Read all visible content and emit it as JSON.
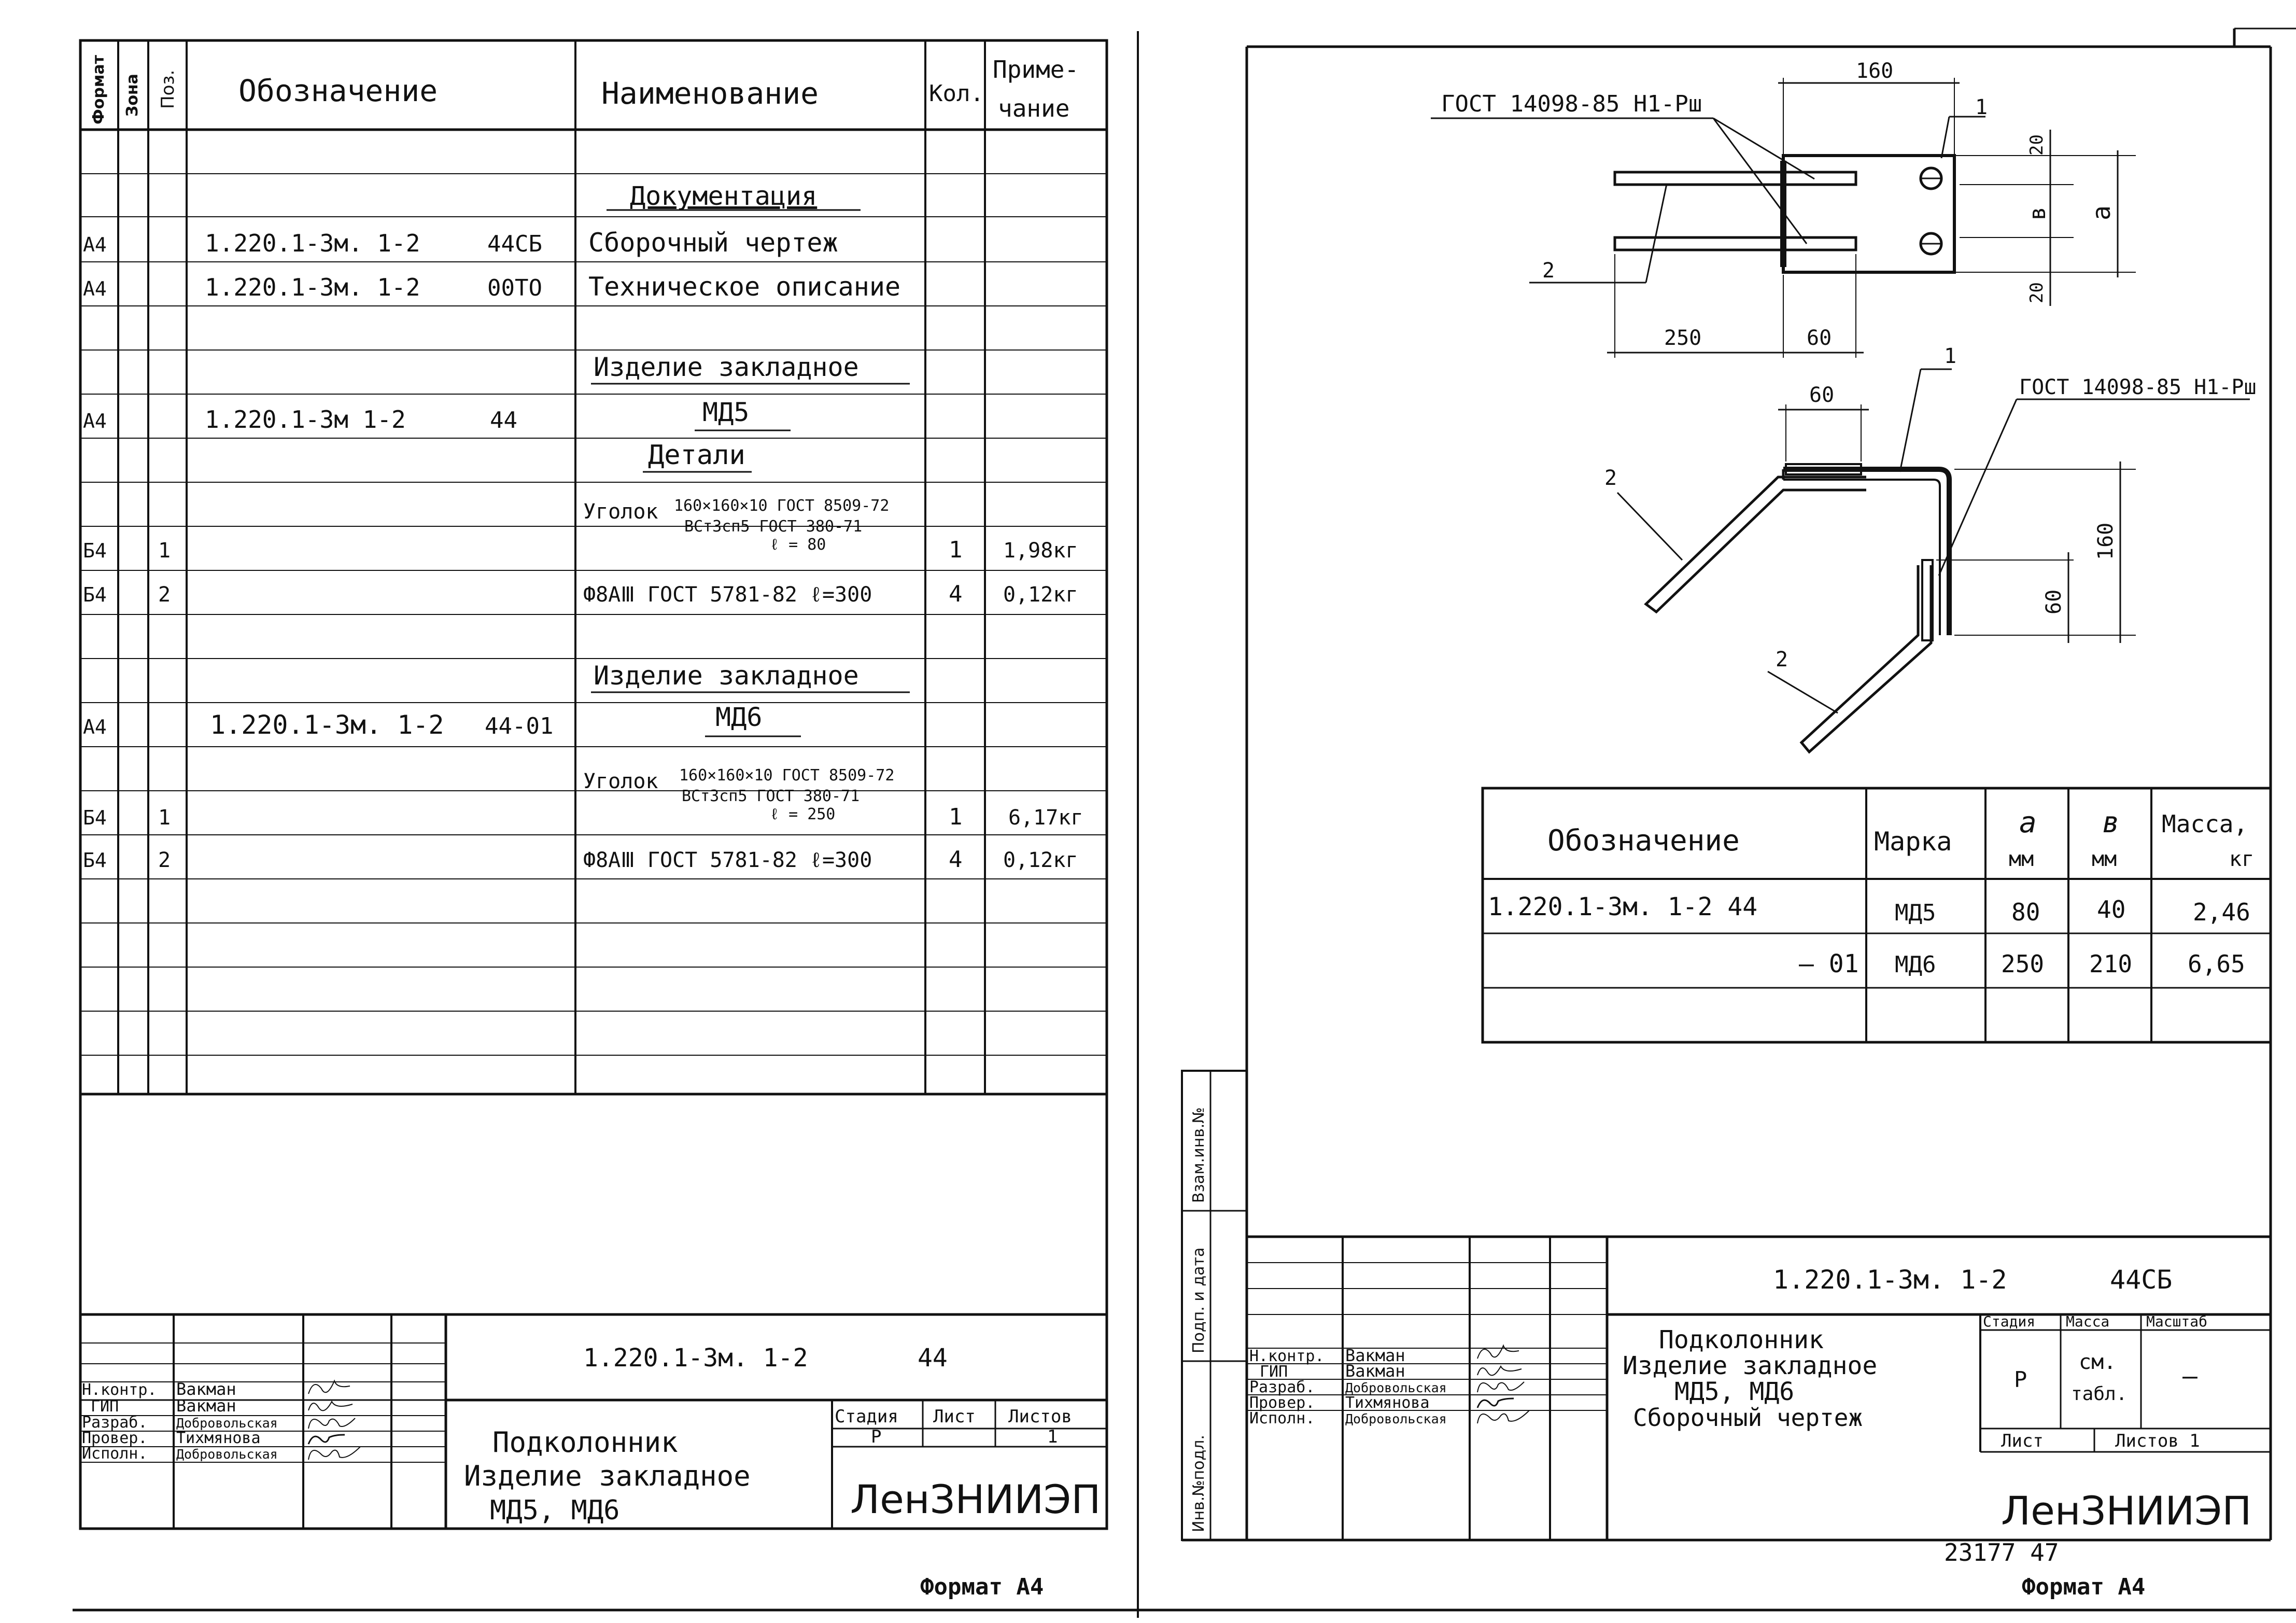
{
  "spec": {
    "headers": {
      "format": "Формат",
      "zone": "Зона",
      "pos": "Поз.",
      "designation": "Обозначение",
      "name": "Наименование",
      "qty": "Кол.",
      "note_1": "Приме-",
      "note_2": "чание"
    },
    "rows": {
      "sec_docs": "Документация",
      "r1_fmt": "А4",
      "r1_des": "1.220.1-3м. 1-2",
      "r1_code": "44СБ",
      "r1_name": "Сборочный чертеж",
      "r2_fmt": "А4",
      "r2_des": "1.220.1-3м. 1-2",
      "r2_code": "00ТО",
      "r2_name": "Техническое описание",
      "sec_item1": "Изделие закладное",
      "r3_fmt": "А4",
      "r3_des": "1.220.1-3м 1-2",
      "r3_code": "44",
      "item1_mark": "МД5",
      "sec_parts": "Детали",
      "ugolok1": "Уголок",
      "ugolok1_l1": "160×160×10 ГОСТ 8509-72",
      "ugolok1_l2": "ВСт3сп5 ГОСТ 380-71",
      "ugolok1_l3": "ℓ = 80",
      "r4_fmt": "Б4",
      "r4_pos": "1",
      "r4_qty": "1",
      "r4_note": "1,98кг",
      "r5_fmt": "Б4",
      "r5_pos": "2",
      "r5_name": "Ф8АⅢ ГОСТ 5781-82 ℓ=300",
      "r5_qty": "4",
      "r5_note": "0,12кг",
      "sec_item2": "Изделие закладное",
      "r6_fmt": "А4",
      "r6_des": "1.220.1-3м. 1-2",
      "r6_code": "44-01",
      "item2_mark": "МД6",
      "ugolok2": "Уголок",
      "ugolok2_l1": "160×160×10 ГОСТ 8509-72",
      "ugolok2_l2": "ВСт3сп5 ГОСТ 380-71",
      "ugolok2_l3": "ℓ = 250",
      "r7_fmt": "Б4",
      "r7_pos": "1",
      "r7_qty": "1",
      "r7_note": "6,17кг",
      "r8_fmt": "Б4",
      "r8_pos": "2",
      "r8_name": "Ф8АⅢ ГОСТ 5781-82 ℓ=300",
      "r8_qty": "4",
      "r8_note": "0,12кг"
    },
    "title_block": {
      "code": "1.220.1-3м. 1-2",
      "code_num": "44",
      "role1": "Н.контр.",
      "name1": "Вакман",
      "role2": "ГИП",
      "name2": "Вакман",
      "role3": "Разраб.",
      "name3": "Добровольская",
      "role4": "Провер.",
      "name4": "Тихмянова",
      "role5": "Исполн.",
      "name5": "Добровольская",
      "title_1": "Подколонник",
      "title_2": "Изделие закладное",
      "title_3": "МД5, МД6",
      "stage_h": "Стадия",
      "sheet_h": "Лист",
      "sheets_h": "Листов",
      "stage_v": "Р",
      "sheets_v": "1",
      "org": "ЛенЗНИИЭП"
    },
    "format_label": "Формат А4"
  },
  "drawing": {
    "gost_top": "ГОСТ 14098-85 Н1-Рш",
    "gost_side": "ГОСТ 14098-85 Н1-Рш",
    "dims": {
      "d160_top": "160",
      "d20_a": "20",
      "d20_b": "20",
      "db": "в",
      "da": "а",
      "d250": "250",
      "d60_plan": "60",
      "d60_side": "60",
      "d160_side": "160",
      "d60_vert": "60"
    },
    "pos_labels": {
      "p1_top": "1",
      "p2_top": "2",
      "p1_side": "1",
      "p2_side_a": "2",
      "p2_side_b": "2"
    },
    "table": {
      "h_des": "Обозначение",
      "h_mark": "Марка",
      "h_a": "а",
      "h_b": "в",
      "h_mm": "мм",
      "h_mm2": "мм",
      "h_mass": "Масса,",
      "h_kg": "кг",
      "r1_des": "1.220.1-3м. 1-2   44",
      "r1_mark": "МД5",
      "r1_a": "80",
      "r1_b": "40",
      "r1_mass": "2,46",
      "r2_des": "– 01",
      "r2_mark": "МД6",
      "r2_a": "250",
      "r2_b": "210",
      "r2_mass": "6,65"
    },
    "side_labels": {
      "vz_inv": "Взам.инв.№",
      "podp_data": "Подп. и дата",
      "inv_podl": "Инв.№подл."
    },
    "title_block": {
      "code": "1.220.1-3м. 1-2",
      "code_num": "44СБ",
      "role1": "Н.контр.",
      "name1": "Вакман",
      "role2": "ГИП",
      "name2": "Вакман",
      "role3": "Разраб.",
      "name3": "Добровольская",
      "role4": "Провер.",
      "name4": "Тихмянова",
      "role5": "Исполн.",
      "name5": "Добровольская",
      "title_1": "Подколонник",
      "title_2": "Изделие закладное",
      "title_3": "МД5, МД6",
      "title_4": "Сборочный чертеж",
      "stage_h": "Стадия",
      "mass_h": "Масса",
      "scale_h": "Масштаб",
      "stage_v": "Р",
      "mass_v1": "см.",
      "mass_v2": "табл.",
      "scale_v": "—",
      "sheet_h": "Лист",
      "sheets_h": "Листов 1",
      "org": "ЛенЗНИИЭП"
    },
    "archive_no": "23177 47",
    "format_label": "Формат А4"
  }
}
